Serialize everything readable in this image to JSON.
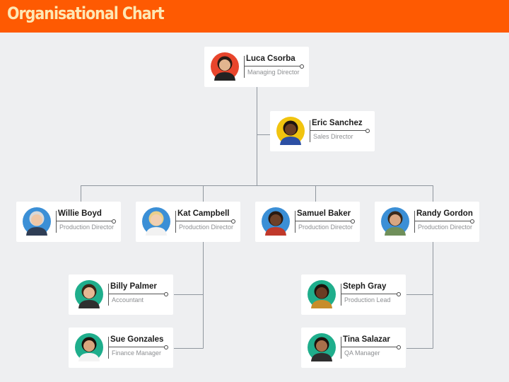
{
  "header": {
    "title": "Organisational Chart"
  },
  "people": [
    {
      "id": "luca",
      "name": "Luca Csorba",
      "role": "Managing Director",
      "bg": "#e8452c",
      "skin": "#e2b58f",
      "hair": "#2a1b14",
      "shirt": "#222222"
    },
    {
      "id": "eric",
      "name": "Eric Sanchez",
      "role": "Sales Director",
      "bg": "#f1c40f",
      "skin": "#6b3f23",
      "hair": "#1e1410",
      "shirt": "#2c4fa3"
    },
    {
      "id": "willie",
      "name": "Willie Boyd",
      "role": "Production Director",
      "bg": "#3b8fd6",
      "skin": "#efc7a6",
      "hair": "#d8d8d8",
      "shirt": "#2f3e55"
    },
    {
      "id": "kat",
      "name": "Kat Campbell",
      "role": "Production Director",
      "bg": "#3b8fd6",
      "skin": "#f1cfb2",
      "hair": "#e9cf8c",
      "shirt": "#f2f2f2"
    },
    {
      "id": "samuel",
      "name": "Samuel Baker",
      "role": "Production Director",
      "bg": "#3b8fd6",
      "skin": "#6e4128",
      "hair": "#2a1a12",
      "shirt": "#c0392b"
    },
    {
      "id": "randy",
      "name": "Randy Gordon",
      "role": "Production Director",
      "bg": "#3b8fd6",
      "skin": "#d8a682",
      "hair": "#3a2a1c",
      "shirt": "#6f8f5a"
    },
    {
      "id": "billy",
      "name": "Billy Palmer",
      "role": "Accountant",
      "bg": "#1fae8c",
      "skin": "#e6b894",
      "hair": "#3b2616",
      "shirt": "#2f2f2f"
    },
    {
      "id": "sue",
      "name": "Sue Gonzales",
      "role": "Finance Manager",
      "bg": "#1fae8c",
      "skin": "#d9a67e",
      "hair": "#1b120c",
      "shirt": "#f4f4f4"
    },
    {
      "id": "steph",
      "name": "Steph Gray",
      "role": "Production Lead",
      "bg": "#1fae8c",
      "skin": "#6a3c24",
      "hair": "#1c120c",
      "shirt": "#c78d2a"
    },
    {
      "id": "tina",
      "name": "Tina Salazar",
      "role": "QA Manager",
      "bg": "#1fae8c",
      "skin": "#a8704b",
      "hair": "#1c120c",
      "shirt": "#2e2e2e"
    }
  ]
}
